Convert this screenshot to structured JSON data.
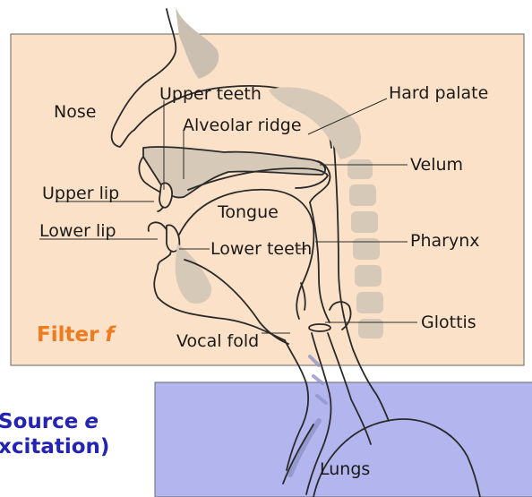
{
  "filter": {
    "prefix": "Filter",
    "symbol": "f"
  },
  "source": {
    "line1_prefix": "Source",
    "line1_symbol": "e",
    "line2": "xcitation)"
  },
  "labels": {
    "nose": "Nose",
    "upper_teeth": "Upper teeth",
    "alveolar_ridge": "Alveolar ridge",
    "hard_palate": "Hard palate",
    "velum": "Velum",
    "upper_lip": "Upper lip",
    "lower_lip": "Lower lip",
    "tongue": "Tongue",
    "lower_teeth": "Lower teeth",
    "pharynx": "Pharynx",
    "glottis": "Glottis",
    "vocal_fold": "Vocal fold",
    "lungs": "Lungs"
  },
  "colors": {
    "filter_box": "#fbe1c7",
    "source_box": "#b3b5ee",
    "filter_text": "#f07a1e",
    "source_text": "#2424b4",
    "tissue": "#d7c9b8",
    "outline": "#2a2a2a"
  }
}
